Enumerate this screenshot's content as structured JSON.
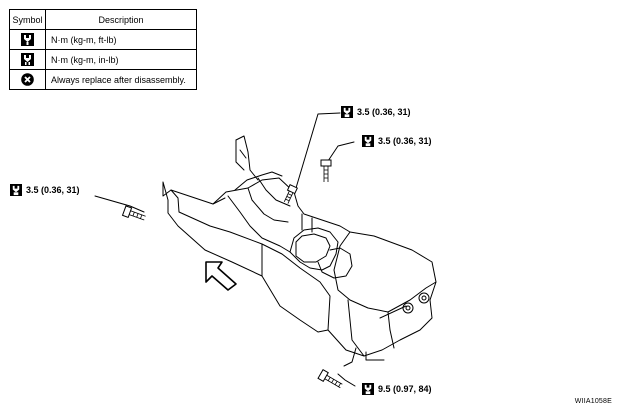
{
  "legend": {
    "header_symbol": "Symbol",
    "header_description": "Description",
    "rows": [
      {
        "icon": "torque-wrench-ftlb-icon",
        "description": "N·m (kg-m, ft-lb)"
      },
      {
        "icon": "torque-wrench-inlb-icon",
        "description": "N·m (kg-m, in-lb)"
      },
      {
        "icon": "replace-x-icon",
        "description": "Always replace after disassembly."
      }
    ]
  },
  "callouts": {
    "top_right": "3.5 (0.36, 31)",
    "right": "3.5 (0.36, 31)",
    "left": "3.5 (0.36, 31)",
    "bottom": "9.5 (0.97, 84)"
  },
  "figure_code": "WIIA1058E"
}
